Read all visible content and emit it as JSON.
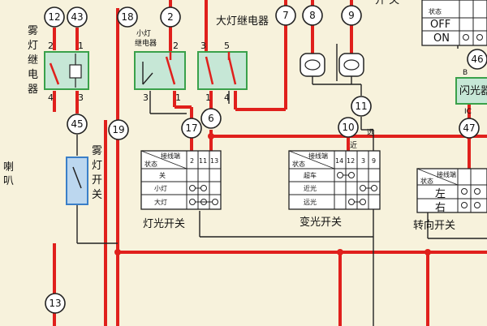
{
  "nodes": [
    "12",
    "43",
    "18",
    "2",
    "7",
    "8",
    "9",
    "45",
    "19",
    "17",
    "6",
    "11",
    "10",
    "47",
    "46",
    "13"
  ],
  "components": {
    "fog_relay_label": [
      "雾",
      "灯",
      "继",
      "电",
      "器"
    ],
    "fog_switch_label": [
      "雾",
      "灯",
      "开",
      "关"
    ],
    "small_relay_label": [
      "小灯",
      "继电器"
    ],
    "big_relay_label": "大灯继电器",
    "horn_label": [
      "喇",
      "叭"
    ],
    "top_right_label": "开 关",
    "flash_label": "闪光器",
    "light_switch_label": "灯光开关",
    "dimmer_switch_label": "变光开关",
    "turn_switch_label": "转向开关"
  },
  "pins": {
    "fog_relay": [
      "2",
      "1",
      "4",
      "3"
    ],
    "small_relay": [
      "2",
      "3",
      "1"
    ],
    "big_relay": [
      "3",
      "5",
      "1",
      "4"
    ],
    "dimmer_tag": "远",
    "dimmer_tag2": "近",
    "flash_tags": [
      "B",
      "IC"
    ]
  },
  "light_switch_table": {
    "header_top": "接线端",
    "header_bottom": "状态",
    "cols": [
      "2",
      "11",
      "13"
    ],
    "rows": [
      "关",
      "小灯",
      "大灯"
    ]
  },
  "dimmer_table": {
    "header_top": "接线端",
    "header_bottom": "状态",
    "cols": [
      "14",
      "12",
      "3",
      "9"
    ],
    "rows": [
      "超车",
      "近光",
      "远光"
    ]
  },
  "turn_table": {
    "header_top": "接线端",
    "header_bottom": "状态",
    "rows": [
      "左",
      "右"
    ]
  },
  "topright_table": {
    "header": "状态",
    "rows": [
      "OFF",
      "ON"
    ]
  }
}
